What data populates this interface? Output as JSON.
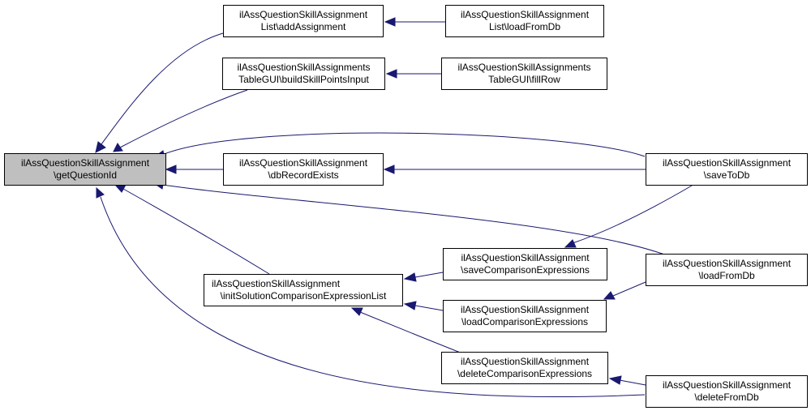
{
  "nodes": {
    "get_question_id": {
      "line1": "ilAssQuestionSkillAssignment",
      "line2": "\\getQuestionId"
    },
    "add_assignment": {
      "line1": "ilAssQuestionSkillAssignment",
      "line2": "List\\addAssignment"
    },
    "list_load_from_db": {
      "line1": "ilAssQuestionSkillAssignment",
      "line2": "List\\loadFromDb"
    },
    "build_skill_points_input": {
      "line1": "ilAssQuestionSkillAssignments",
      "line2": "TableGUI\\buildSkillPointsInput"
    },
    "fill_row": {
      "line1": "ilAssQuestionSkillAssignments",
      "line2": "TableGUI\\fillRow"
    },
    "db_record_exists": {
      "line1": "ilAssQuestionSkillAssignment",
      "line2": "\\dbRecordExists"
    },
    "save_to_db": {
      "line1": "ilAssQuestionSkillAssignment",
      "line2": "\\saveToDb"
    },
    "init_solution_comparison_expression_list": {
      "line1": "ilAssQuestionSkillAssignment",
      "line2": "\\initSolutionComparisonExpressionList"
    },
    "save_comparison_expressions": {
      "line1": "ilAssQuestionSkillAssignment",
      "line2": "\\saveComparisonExpressions"
    },
    "load_from_db": {
      "line1": "ilAssQuestionSkillAssignment",
      "line2": "\\loadFromDb"
    },
    "load_comparison_expressions": {
      "line1": "ilAssQuestionSkillAssignment",
      "line2": "\\loadComparisonExpressions"
    },
    "delete_comparison_expressions": {
      "line1": "ilAssQuestionSkillAssignment",
      "line2": "\\deleteComparisonExpressions"
    },
    "delete_from_db": {
      "line1": "ilAssQuestionSkillAssignment",
      "line2": "\\deleteFromDb"
    }
  },
  "colors": {
    "edge": "#191970",
    "focus_fill": "#bfbfbf",
    "node_fill": "#ffffff"
  }
}
